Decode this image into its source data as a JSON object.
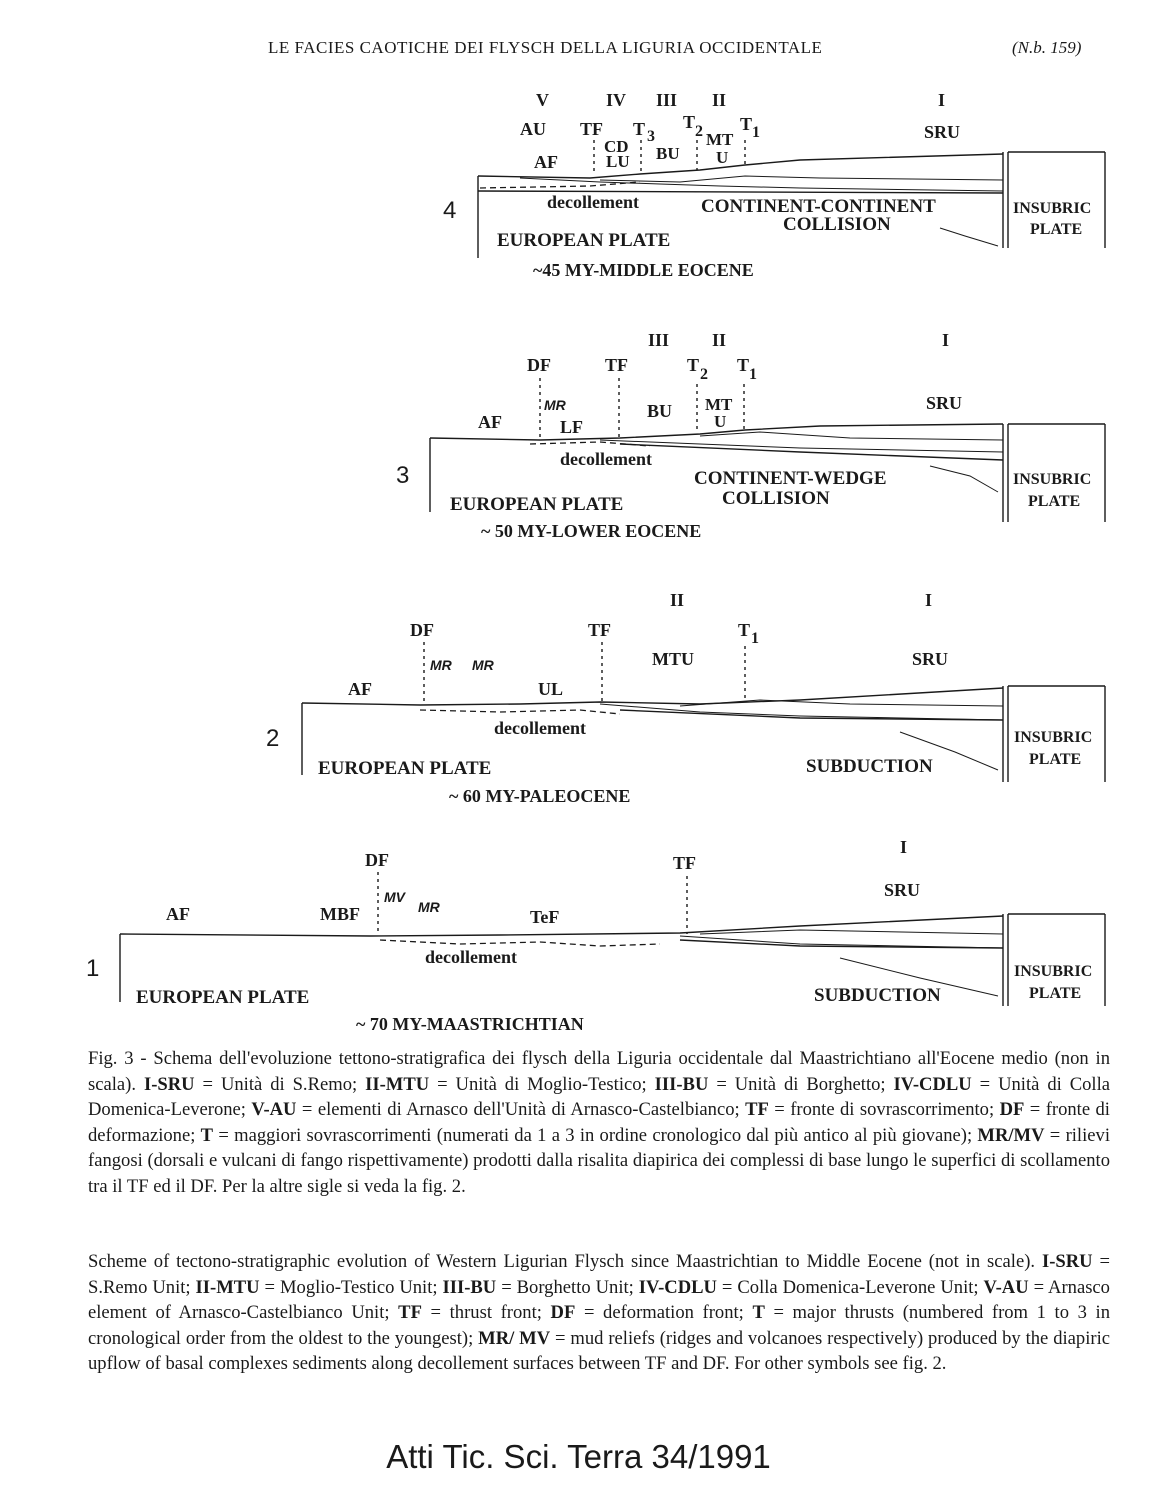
{
  "header": {
    "running_title": "LE FACIES CAOTICHE DEI FLYSCH DELLA LIGURIA OCCIDENTALE",
    "issue": "(N.b. 159)"
  },
  "figure": {
    "panels": [
      {
        "number": "4",
        "age": "~45 MY-MIDDLE EOCENE",
        "units": [
          "V",
          "IV",
          "III",
          "II",
          "I"
        ],
        "labels": {
          "au": "AU",
          "tf": "TF",
          "t3": "T",
          "t3s": "3",
          "t2": "T",
          "t2s": "2",
          "t1": "T",
          "t1s": "1",
          "sru": "SRU",
          "cd": "CD",
          "lu": "LU",
          "bu": "BU",
          "mt": "MT",
          "u": "U",
          "af": "AF",
          "decollement": "decollement",
          "collision1": "CONTINENT-CONTINENT",
          "collision2": "COLLISION",
          "plate": "EUROPEAN PLATE",
          "insubric1": "INSUBRIC",
          "insubric2": "PLATE"
        }
      },
      {
        "number": "3",
        "age": "~ 50 MY-LOWER EOCENE",
        "units": [
          "III",
          "II",
          "I"
        ],
        "labels": {
          "df": "DF",
          "tf": "TF",
          "t2": "T",
          "t2s": "2",
          "t1": "T",
          "t1s": "1",
          "mr": "MR",
          "bu": "BU",
          "mt": "MT",
          "u": "U",
          "sru": "SRU",
          "af": "AF",
          "lf": "LF",
          "decollement": "decollement",
          "collision1": "CONTINENT-WEDGE",
          "collision2": "COLLISION",
          "plate": "EUROPEAN PLATE",
          "insubric1": "INSUBRIC",
          "insubric2": "PLATE"
        }
      },
      {
        "number": "2",
        "age": "~ 60 MY-PALEOCENE",
        "units": [
          "II",
          "I"
        ],
        "labels": {
          "df": "DF",
          "tf": "TF",
          "t1": "T",
          "t1s": "1",
          "mr1": "MR",
          "mr2": "MR",
          "mtu": "MTU",
          "sru": "SRU",
          "af": "AF",
          "ul": "UL",
          "decollement": "decollement",
          "plate": "EUROPEAN PLATE",
          "subduction": "SUBDUCTION",
          "insubric1": "INSUBRIC",
          "insubric2": "PLATE"
        }
      },
      {
        "number": "1",
        "age": "~ 70 MY-MAASTRICHTIAN",
        "units": [
          "I"
        ],
        "labels": {
          "df": "DF",
          "tf": "TF",
          "sru": "SRU",
          "mv": "MV",
          "mr": "MR",
          "af": "AF",
          "mbf": "MBF",
          "tef": "TeF",
          "decollement": "decollement",
          "plate": "EUROPEAN PLATE",
          "subduction": "SUBDUCTION",
          "insubric1": "INSUBRIC",
          "insubric2": "PLATE"
        }
      }
    ]
  },
  "caption_it": {
    "lead": "Fig.  3 - Schema dell'evoluzione tettono-stratigrafica dei flysch della Liguria occidentale dal Maastrichtiano all'Eocene medio (non in scala). ",
    "k1": "I-SRU",
    "t1": " = Unità di S.Remo; ",
    "k2": "II-MTU",
    "t2": " = Unità di Moglio-Testico; ",
    "k3": "III-BU",
    "t3": " = Unità di Borghetto; ",
    "k4": "IV-CDLU",
    "t4": " = Unità di Colla Domenica-Leverone; ",
    "k5": "V-AU",
    "t5": " = elementi di Arnasco dell'Unità di Arnasco-Castelbianco; ",
    "k6": "TF",
    "t6": " = fronte di sovrascorrimento; ",
    "k7": "DF",
    "t7": " = fronte di deformazione; ",
    "k8": "T",
    "t8": " = maggiori sovrascorrimenti (numerati da 1 a 3 in ordine cronologico dal più antico al più giovane); ",
    "k9": "MR/MV",
    "t9": " = rilievi fangosi (dorsali e vulcani di fango rispettivamente) prodotti dalla risalita diapirica dei complessi di base lungo le superfici di scollamento tra il TF ed il DF. Per la altre sigle si veda la fig. 2."
  },
  "caption_en": {
    "lead": "Scheme of tectono-stratigraphic evolution of Western Ligurian Flysch since Maastrichtian to Middle Eocene (not in scale). ",
    "k1": "I-SRU",
    "t1": " = S.Remo Unit; ",
    "k2": "II-MTU",
    "t2": " = Moglio-Testico Unit; ",
    "k3": "III-BU",
    "t3": " = Borghetto Unit; ",
    "k4": "IV-CDLU",
    "t4": " = Colla Domenica-Leverone Unit; ",
    "k5": "V-AU",
    "t5": " = Arnasco element of Arnasco-Castelbianco Unit; ",
    "k6": "TF",
    "t6": " = thrust front; ",
    "k7": "DF",
    "t7": " = deformation front; ",
    "k8": "T",
    "t8": " = major thrusts (numbered from 1 to 3 in cronological order from the oldest to the youngest); ",
    "k9": "MR/ MV",
    "t9": " = mud reliefs (ridges and volcanoes respectively) produced by the diapiric upflow of basal complexes sediments along decollement surfaces between TF and DF. For other symbols see fig. 2."
  },
  "footer": "Atti Tic. Sci. Terra 34/1991"
}
